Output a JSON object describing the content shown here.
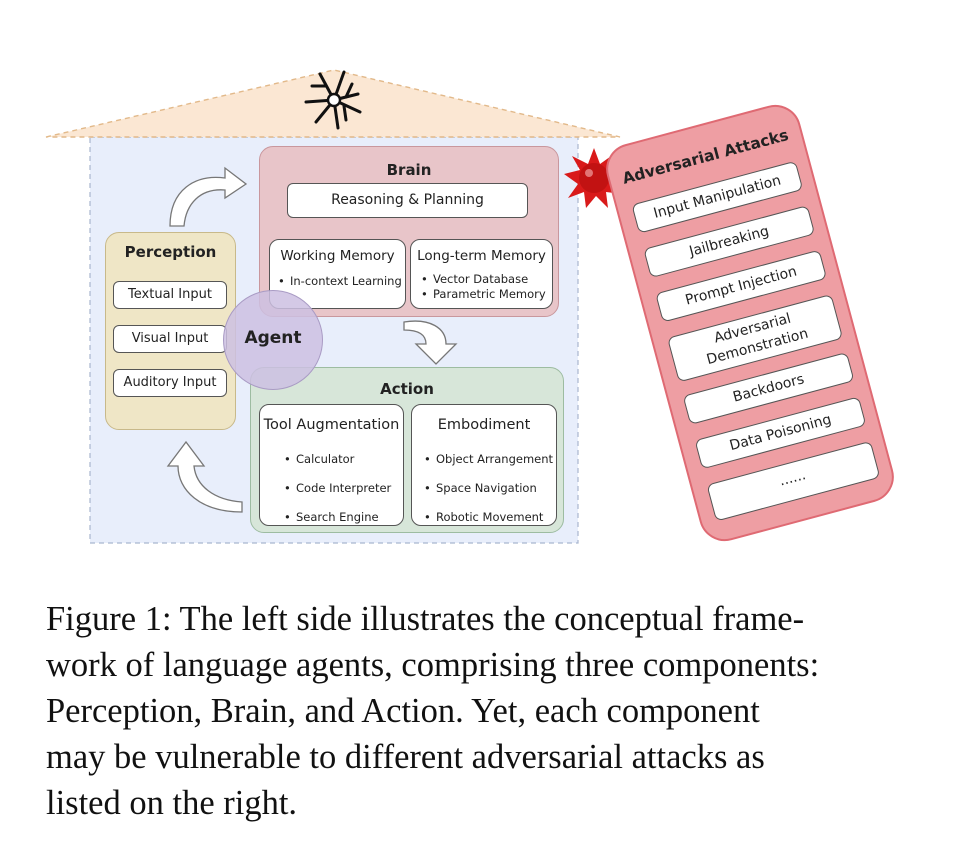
{
  "diagram": {
    "perception": {
      "title": "Perception",
      "items": [
        "Textual Input",
        "Visual Input",
        "Auditory Input"
      ]
    },
    "agent": {
      "label": "Agent"
    },
    "brain": {
      "title": "Brain",
      "reasoning": "Reasoning & Planning",
      "working_memory": {
        "title": "Working Memory",
        "items": [
          "In-context Learning"
        ]
      },
      "long_term_memory": {
        "title": "Long-term Memory",
        "items": [
          "Vector Database",
          "Parametric Memory"
        ]
      }
    },
    "action": {
      "title": "Action",
      "tool_augmentation": {
        "title": "Tool Augmentation",
        "items": [
          "Calculator",
          "Code Interpreter",
          "Search Engine"
        ]
      },
      "embodiment": {
        "title": "Embodiment",
        "items": [
          "Object Arrangement",
          "Space Navigation",
          "Robotic Movement"
        ]
      }
    },
    "attacks": {
      "title": "Adversarial Attacks",
      "items": [
        "Input Manipulation",
        "Jailbreaking",
        "Prompt Injection",
        "Adversarial\nDemonstration",
        "Backdoors",
        "Data Poisoning",
        "......"
      ]
    },
    "colors": {
      "house_fill": "#e8eefb",
      "roof_fill": "#fbe7d3",
      "perception_fill": "#efe6c6",
      "brain_fill": "#e8c5c9",
      "action_fill": "#d7e6d9",
      "agent_fill": "#d7cde7",
      "attack_fill": "#ee9ea3",
      "attack_border": "#df6a73",
      "virus": "#d91a1a"
    }
  },
  "caption": {
    "lines": [
      "Figure 1: The left side illustrates the conceptual frame-",
      "work of language agents, comprising three components:",
      "Perception, Brain, and Action.  Yet, each component",
      "may be vulnerable to different adversarial attacks as",
      "listed on the right."
    ]
  }
}
